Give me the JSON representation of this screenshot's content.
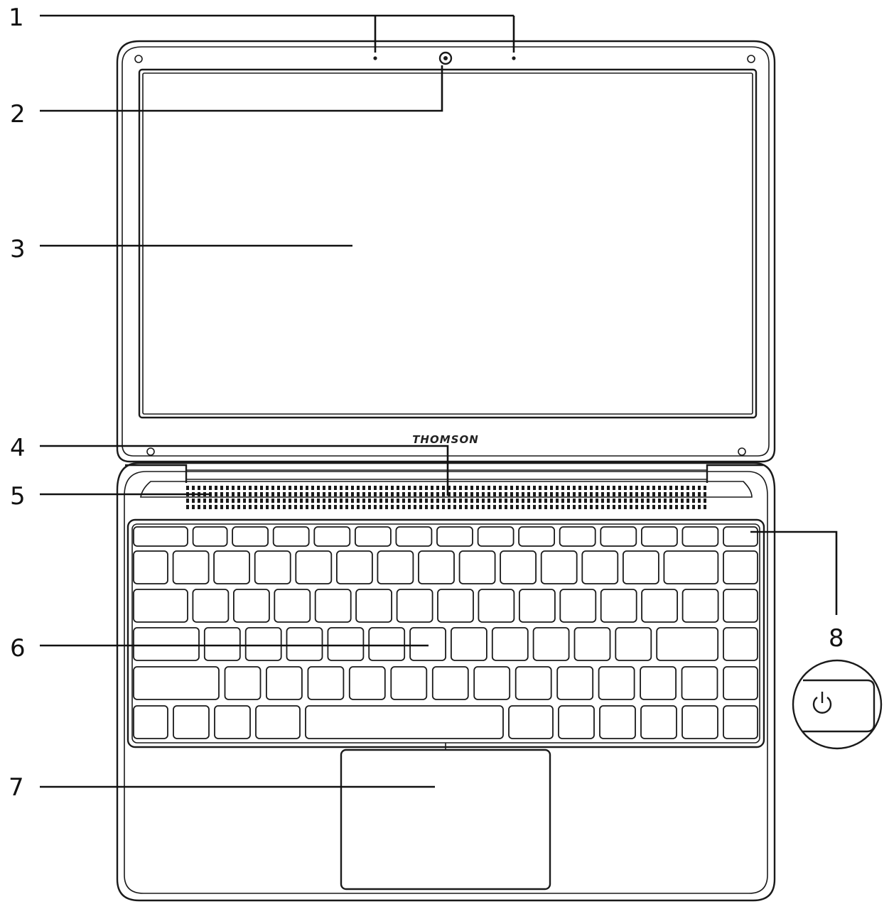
{
  "diagram": {
    "brand": "THOMSON",
    "callouts": [
      {
        "id": "1",
        "label": "1"
      },
      {
        "id": "2",
        "label": "2"
      },
      {
        "id": "3",
        "label": "3"
      },
      {
        "id": "4",
        "label": "4"
      },
      {
        "id": "5",
        "label": "5"
      },
      {
        "id": "6",
        "label": "6"
      },
      {
        "id": "7",
        "label": "7"
      },
      {
        "id": "8",
        "label": "8"
      }
    ],
    "icons": {
      "power": "power-icon",
      "webcam": "webcam-icon",
      "microphone": "microphone-icon"
    },
    "colors": {
      "line": "#1a1a1a",
      "background": "#ffffff"
    }
  }
}
